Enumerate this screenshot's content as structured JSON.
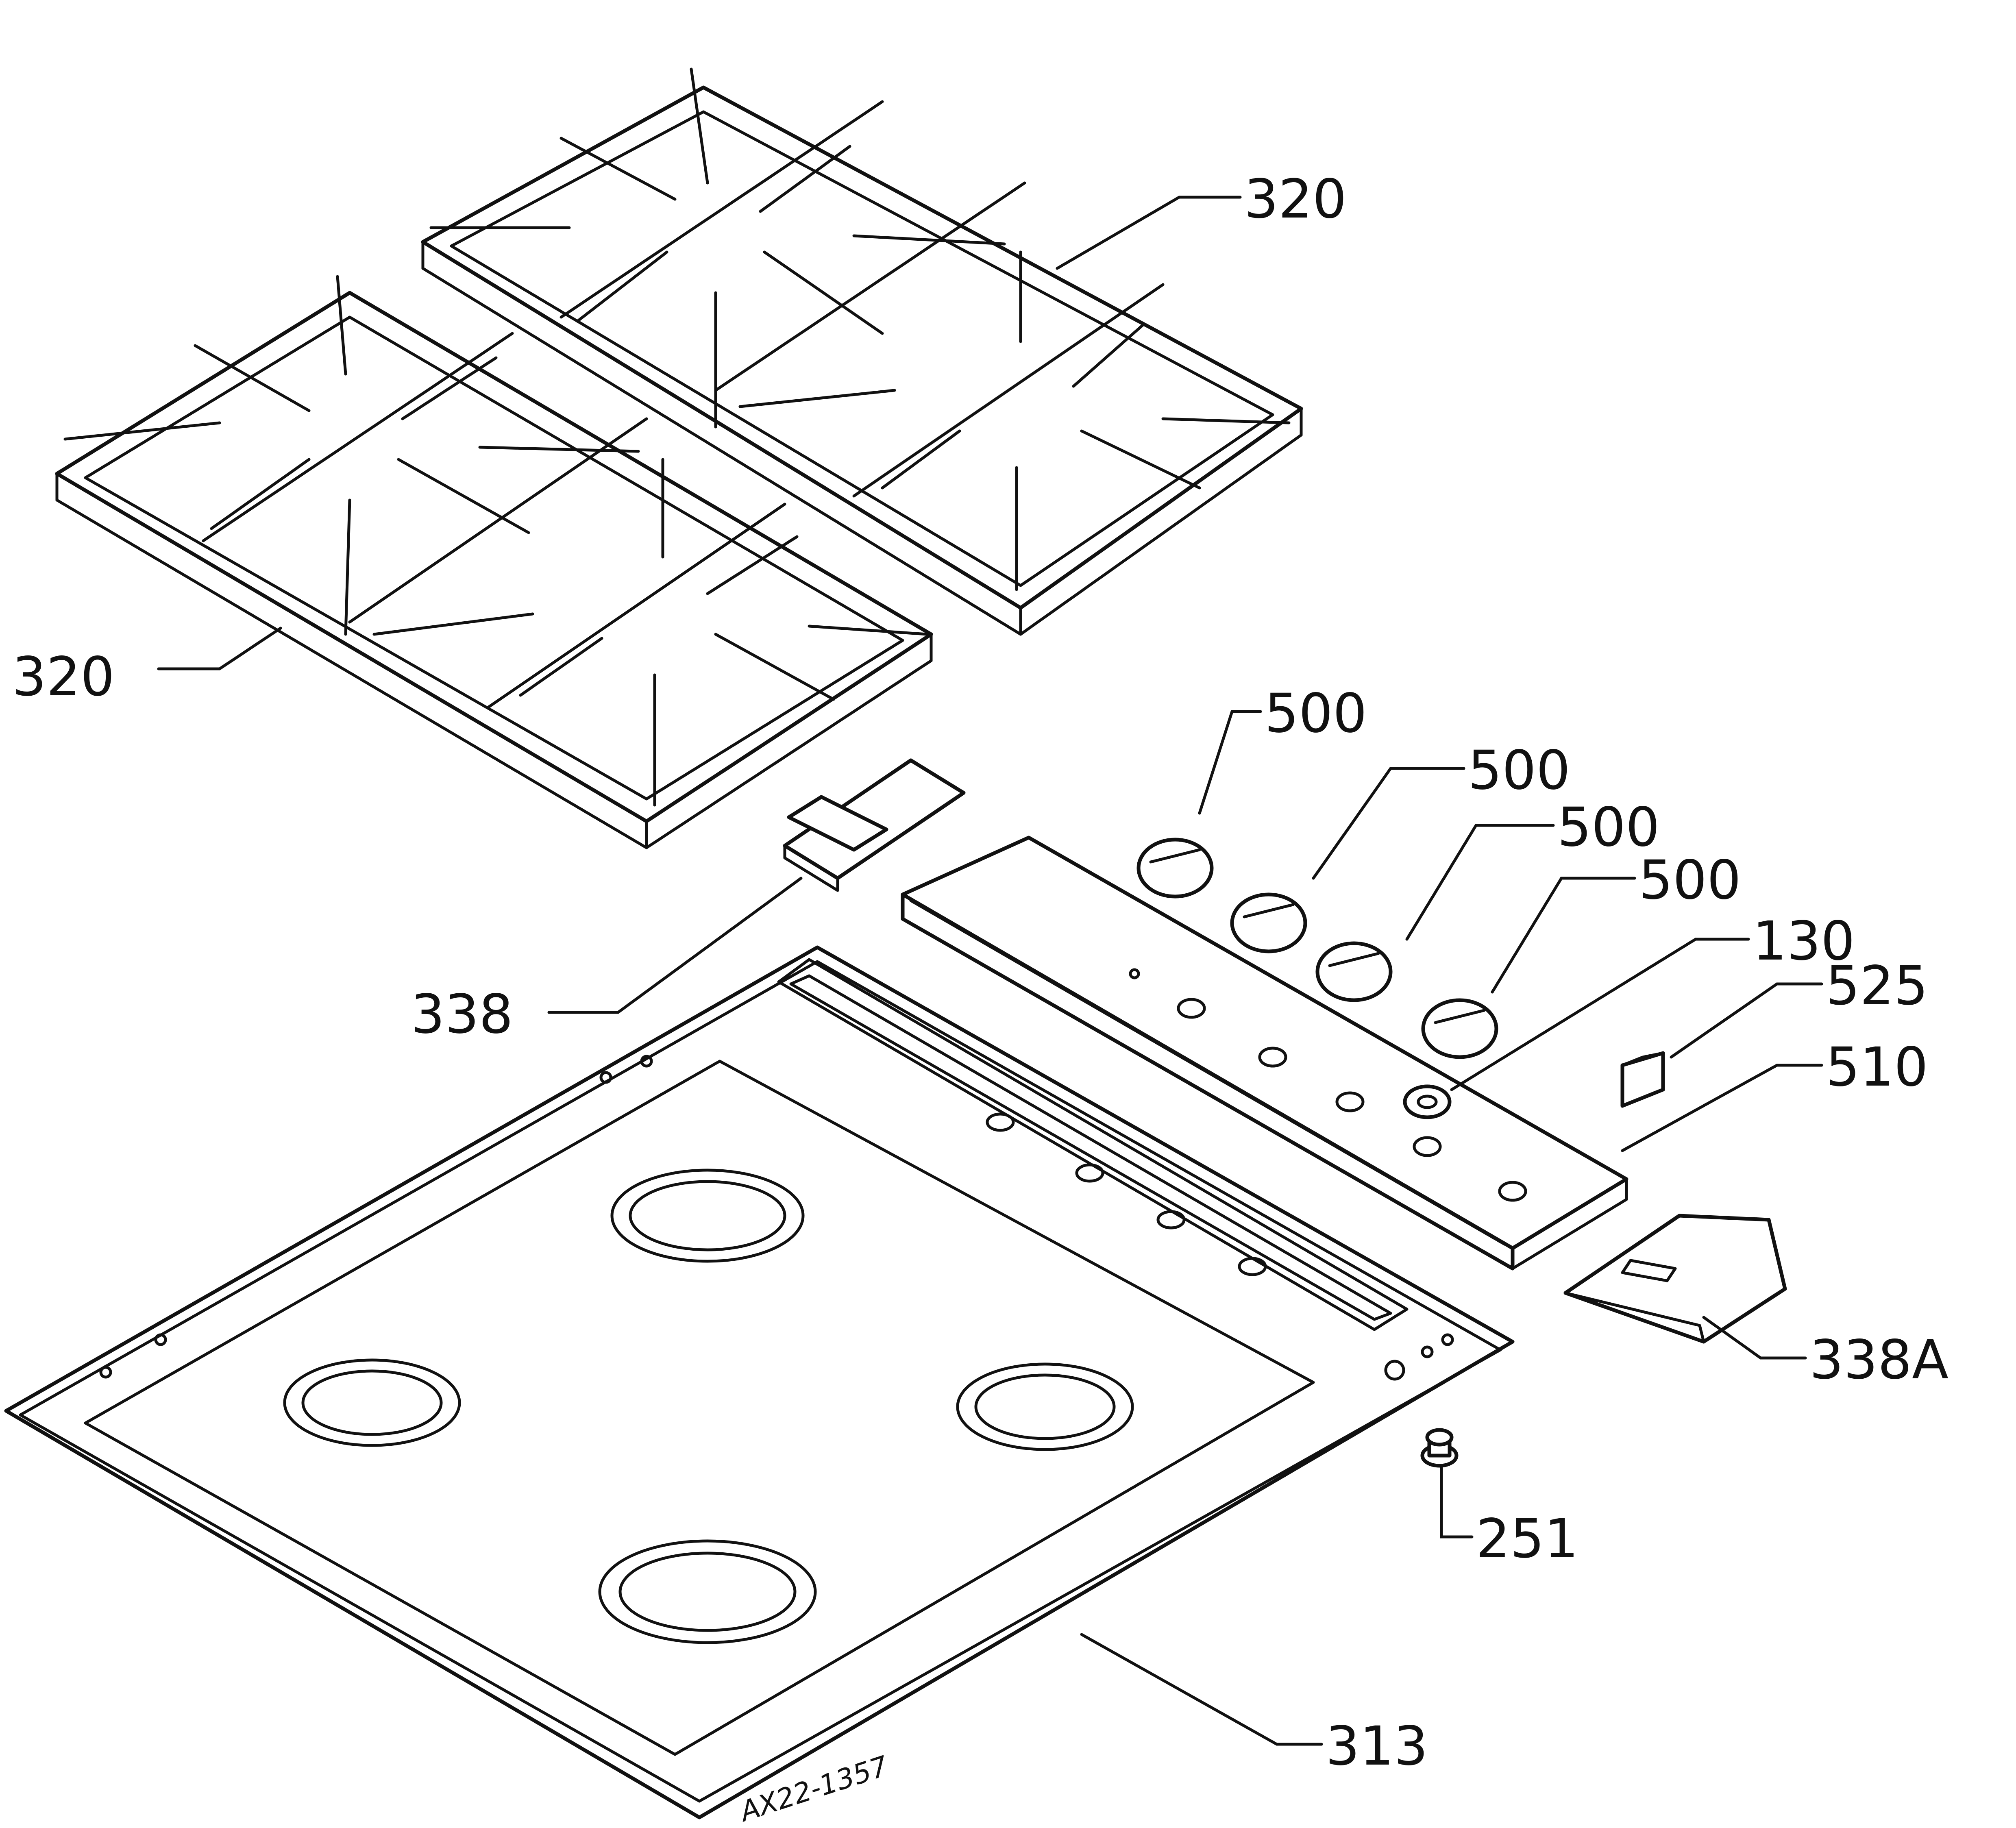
{
  "callouts": {
    "grate_rear": "320",
    "grate_front": "320",
    "knob_1": "500",
    "knob_2": "500",
    "knob_3": "500",
    "knob_4": "500",
    "bezel": "130",
    "pushbutton": "525",
    "control_panel": "510",
    "clip_left": "338",
    "clip_right": "338A",
    "nut": "251",
    "hob_top": "313"
  },
  "drawing_number": "AX22-1357"
}
